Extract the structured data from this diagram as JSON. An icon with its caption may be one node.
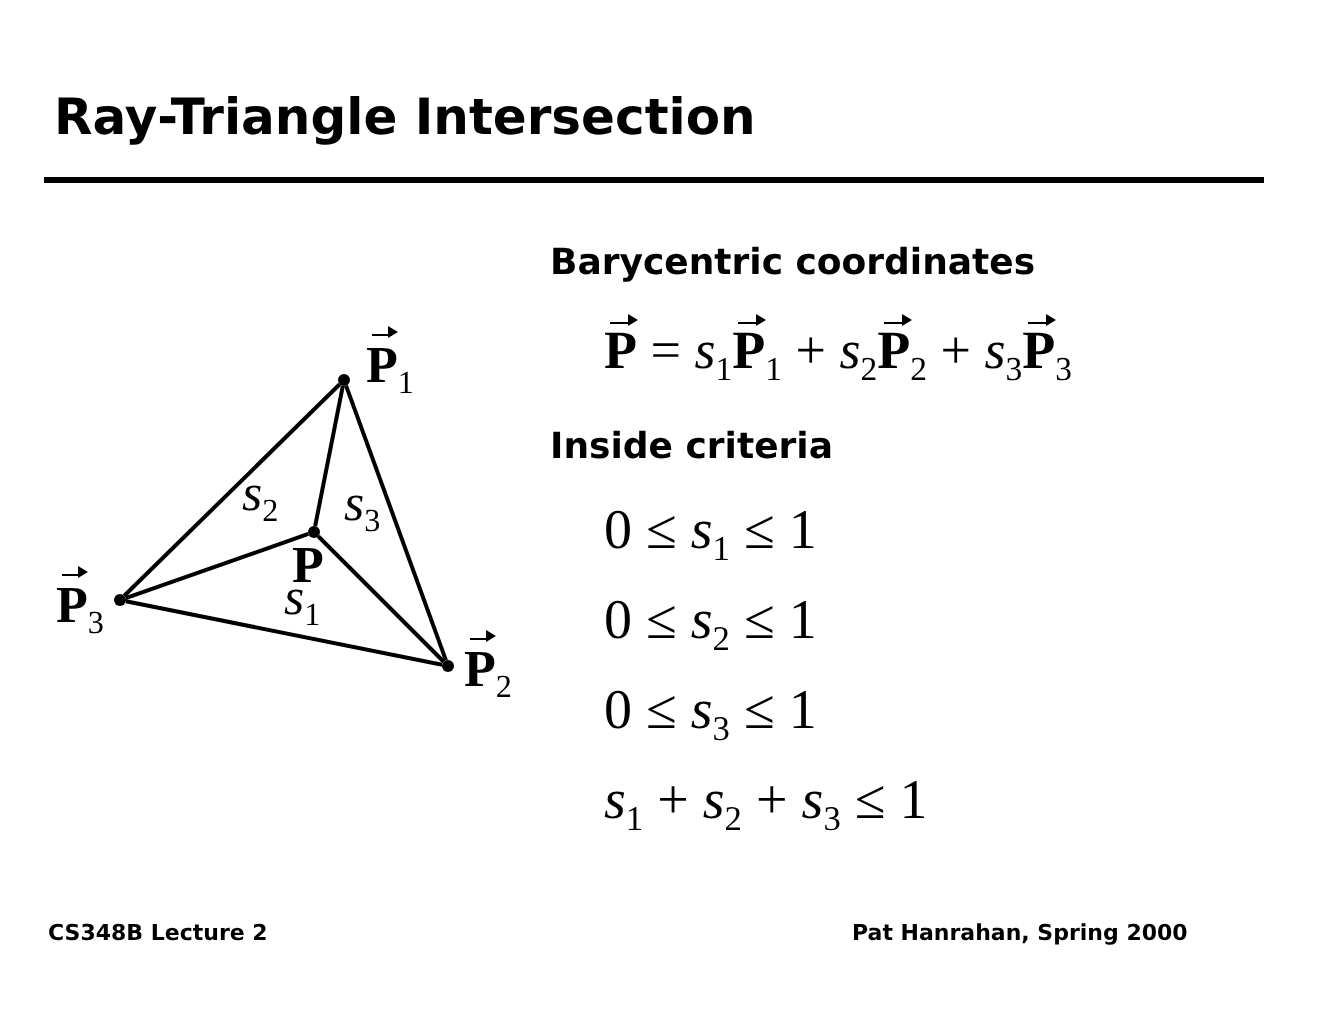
{
  "diagram": {
    "title": "Ray-Triangle Intersection",
    "nodes": [
      {
        "text": [],
        "shape": "circle",
        "beside": [
          "**P**$_{1}$"
        ]
      },
      {
        "text": [],
        "shape": "circle",
        "beside": [
          "**P**$_{2}$"
        ]
      },
      {
        "text": [],
        "shape": "circle",
        "beside": [
          "**P**$_{3}$"
        ]
      },
      {
        "text": [],
        "shape": "circle",
        "beside": [
          "P"
        ]
      }
    ],
    "edges": [
      {
        "from": 0,
        "to": 1,
        "arrow": "none"
      },
      {
        "from": 1,
        "to": 2,
        "arrow": "none"
      },
      {
        "from": 2,
        "to": 0,
        "arrow": "none"
      },
      {
        "from": 3,
        "to": 0,
        "arrow": "none"
      },
      {
        "from": 3,
        "to": 1,
        "arrow": "none"
      },
      {
        "from": 3,
        "to": 2,
        "arrow": "none"
      }
    ],
    "labels": [
      "*s*$_{2}$",
      "*s*$_{3}$",
      "*s*$_{1}$",
      "Barycentric coordinates",
      "**P** = *s*$_{1}$**P**$_{1}$ + *s*$_{2}$**P**$_{2}$ + *s*$_{3}$**P**$_{3}$",
      "Inside criteria",
      "0 ≤ *s*$_{1}$ ≤ 1",
      "0 ≤ *s*$_{2}$ ≤ 1",
      "0 ≤ *s*$_{3}$ ≤ 1",
      "*s*$_{1}$ + *s*$_{2}$ + *s*$_{3}$ ≤ 1",
      "CS348B Lecture 2",
      "Pat Hanrahan, Spring 2000"
    ]
  }
}
